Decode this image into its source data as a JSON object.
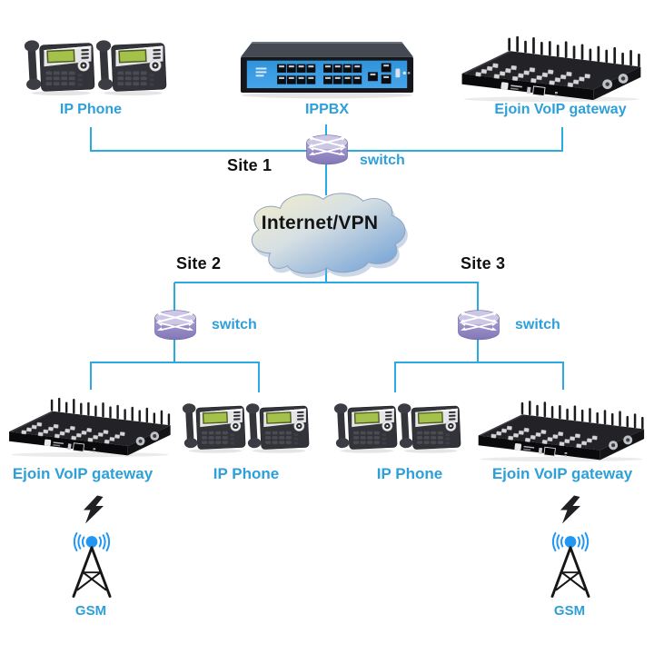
{
  "diagram_title": "Ejoin VoIP gateway multi-site network topology",
  "colors": {
    "line_blue": "#29abe2",
    "label_blue": "#2d9fd9",
    "site_text": "#101010",
    "tower_blue": "#2196f3",
    "switch_purple": "#9184c2",
    "cloud_yellow": "#f3eec9",
    "cloud_blue": "#679ad4",
    "pbx_panel_blue": "#3194dc"
  },
  "cloud": {
    "label": "Internet/VPN"
  },
  "site1": {
    "label": "Site 1",
    "switch_label": "switch",
    "ip_phone_label": "IP Phone",
    "ippbx_label": "IPPBX",
    "gateway_label": "Ejoin VoIP gateway"
  },
  "site2": {
    "label": "Site 2",
    "switch_label": "switch",
    "gateway_label": "Ejoin VoIP gateway",
    "ip_phone_label": "IP Phone",
    "gsm_label": "GSM"
  },
  "site3": {
    "label": "Site 3",
    "switch_label": "switch",
    "ip_phone_label": "IP Phone",
    "gateway_label": "Ejoin VoIP gateway",
    "gsm_label": "GSM"
  }
}
